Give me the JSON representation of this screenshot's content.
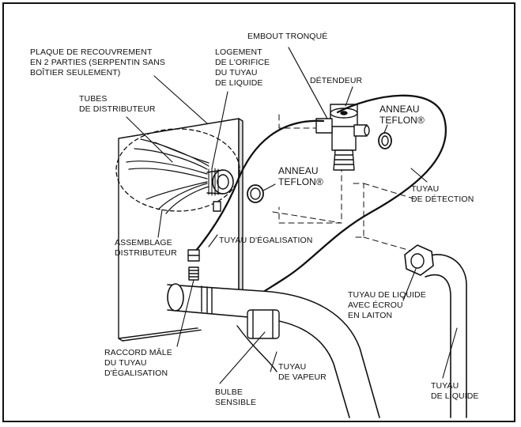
{
  "labels": {
    "plaque": "PLAQUE DE RECOUVREMENT\nEN 2 PARTIES (SERPENTIN SANS\nBOÎTIER SEULEMENT)",
    "embout": "EMBOUT TRONQUÉ",
    "logement": "LOGEMENT\nDE L'ORIFICE\nDU TUYAU\nDE LIQUIDE",
    "tubes": "TUBES\nDE DISTRIBUTEUR",
    "detendeur": "DÉTENDEUR",
    "anneau_right": "ANNEAU\nTEFLON®",
    "anneau_center": "ANNEAU\nTEFLON®",
    "tuyau_detection": "TUYAU\nDE DÉTECTION",
    "assemblage": "ASSEMBLAGE\nDISTRIBUTEUR",
    "tuyau_egalisation": "TUYAU D'ÉGALISATION",
    "tuyau_liquide_ecrou": "TUYAU DE LIQUIDE\nAVEC ÉCROU\nEN LAITON",
    "raccord": "RACCORD MÂLE\nDU TUYAU\nD'ÉGALISATION",
    "tuyau_vapeur": "TUYAU\nDE VAPEUR",
    "bulbe": "BULBE\nSENSIBLE",
    "tuyau_liquide": "TUYAU\nDE LIQUIDE"
  }
}
